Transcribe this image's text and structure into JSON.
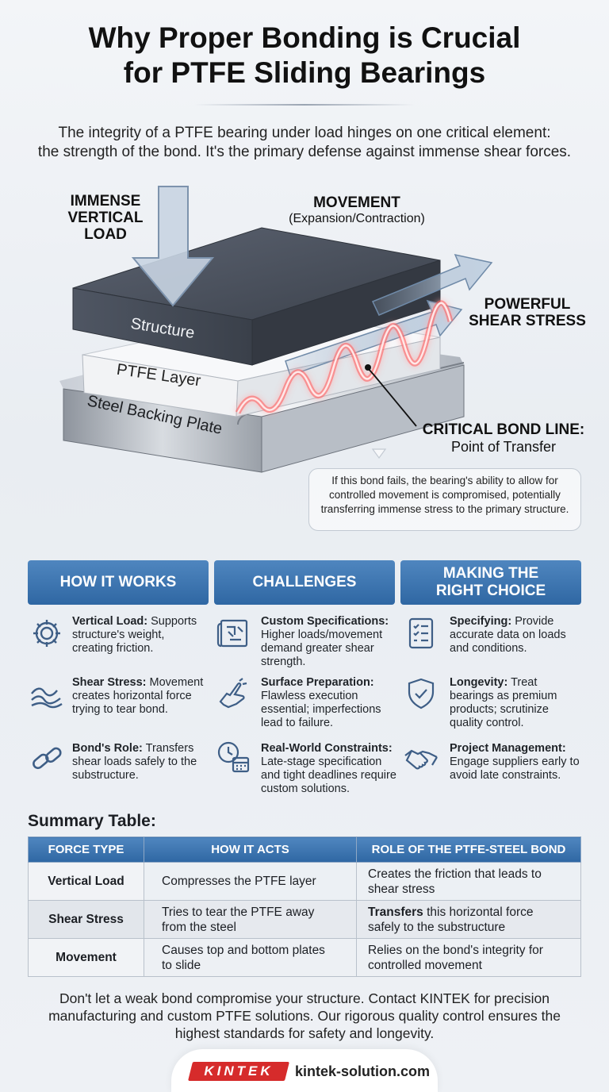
{
  "title": {
    "line1": "Why Proper Bonding is Crucial",
    "line2": "for PTFE Sliding Bearings"
  },
  "intro": {
    "line1": "The integrity of a PTFE bearing under load hinges on one critical element:",
    "line2": "the strength of the bond. It's the primary defense against immense shear forces."
  },
  "diagram": {
    "load_label": [
      "IMMENSE",
      "VERTICAL",
      "LOAD"
    ],
    "movement_label": "MOVEMENT",
    "movement_sub": "(Expansion/Contraction)",
    "shear_label": [
      "POWERFUL",
      "SHEAR STRESS"
    ],
    "structure_label": "Structure",
    "ptfe_label": "PTFE Layer",
    "steel_label": "Steel Backing Plate",
    "bond_label": "CRITICAL BOND LINE:",
    "bond_sub": "Point of Transfer",
    "callout": [
      "If this bond fails, the bearing's ability to allow for",
      "controlled movement is compromised, potentially",
      "transferring immense stress to the primary structure."
    ],
    "colors": {
      "bond_glow": "#e8333a",
      "arrow": "#b7c8da",
      "plate_dark": "#4a5160"
    }
  },
  "columns": [
    {
      "heading": "HOW IT WORKS",
      "items": [
        {
          "icon": "gear-icon",
          "term": "Vertical Load:",
          "lines": [
            "Supports",
            "structure's weight,",
            "creating friction."
          ]
        },
        {
          "icon": "wave-icon",
          "term": "Shear Stress:",
          "lines": [
            "Movement",
            "creates horizontal force",
            "trying to tear bond."
          ]
        },
        {
          "icon": "chain-link-icon",
          "term": "Bond's Role:",
          "lines": [
            "Transfers",
            "shear loads safely to the",
            "substructure."
          ]
        }
      ]
    },
    {
      "heading": "CHALLENGES",
      "items": [
        {
          "icon": "blueprint-icon",
          "term": "Custom Specifications:",
          "lines": [
            "",
            "Higher loads/movement",
            "demand greater shear",
            "strength."
          ]
        },
        {
          "icon": "hand-pointer-icon",
          "term": "Surface Preparation:",
          "lines": [
            "",
            "Flawless execution",
            "essential; imperfections",
            "lead to failure."
          ]
        },
        {
          "icon": "clock-calendar-icon",
          "term": "Real-World Constraints:",
          "lines": [
            "",
            "Late-stage specification",
            "and tight deadlines require",
            "custom solutions."
          ]
        }
      ]
    },
    {
      "heading_lines": [
        "MAKING THE",
        "RIGHT CHOICE"
      ],
      "items": [
        {
          "icon": "checklist-icon",
          "term": "Specifying:",
          "lines": [
            "Provide",
            "accurate data on loads",
            "and conditions."
          ]
        },
        {
          "icon": "shield-check-icon",
          "term": "Longevity:",
          "lines": [
            "Treat",
            "bearings as premium",
            "products; scrutinize",
            "quality control."
          ]
        },
        {
          "icon": "handshake-icon",
          "term": "Project Management:",
          "lines": [
            "",
            "Engage suppliers early to",
            "avoid late constraints."
          ]
        }
      ]
    }
  ],
  "table": {
    "title": "Summary Table:",
    "headers": [
      "FORCE TYPE",
      "HOW IT ACTS",
      "ROLE OF THE PTFE-STEEL BOND"
    ],
    "rows": [
      {
        "type": "Vertical Load",
        "acts": [
          "Compresses the PTFE layer"
        ],
        "role_bold": "",
        "role": [
          "Creates the friction that leads to",
          "shear stress"
        ]
      },
      {
        "type": "Shear Stress",
        "acts": [
          "Tries to tear the PTFE away",
          "from the steel"
        ],
        "role_bold": "Transfers",
        "role": [
          " this horizontal force",
          "safely to the substructure"
        ]
      },
      {
        "type": "Movement",
        "acts": [
          "Causes top and bottom plates",
          "to slide"
        ],
        "role_bold": "",
        "role": [
          "Relies on the bond's integrity for",
          "controlled movement"
        ]
      }
    ]
  },
  "cta": [
    "Don't let a weak bond compromise your structure. Contact KINTEK for precision",
    "manufacturing and custom PTFE solutions. Our rigorous quality control ensures the",
    "highest standards for safety and longevity."
  ],
  "footer": {
    "logo": "KINTEK",
    "site": "kintek-solution.com"
  }
}
